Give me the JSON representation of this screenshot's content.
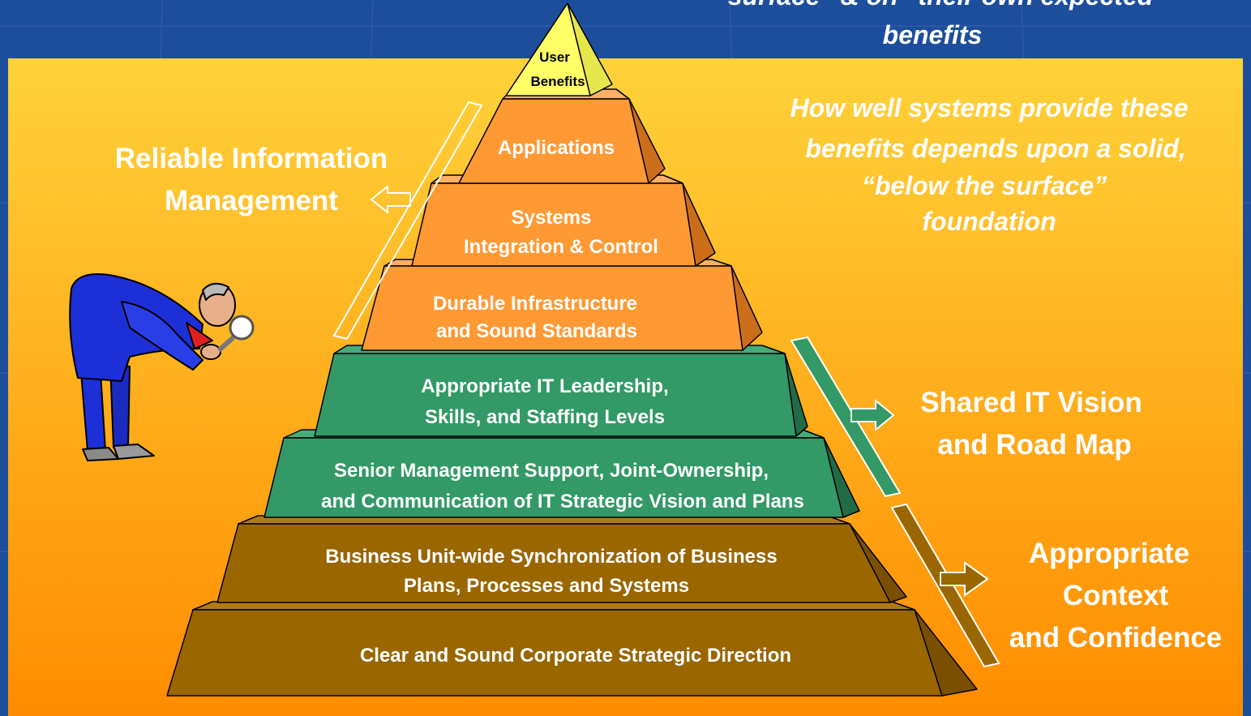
{
  "header": {
    "line1": "surface” & on “their own expected",
    "line2": "benefits"
  },
  "pyramid": {
    "tiers": [
      {
        "lines": [
          "User",
          "Benefits"
        ],
        "color": "#ffff66"
      },
      {
        "lines": [
          "Applications"
        ],
        "color": "#ff9933"
      },
      {
        "lines": [
          "Systems",
          "Integration & Control"
        ],
        "color": "#ff9933"
      },
      {
        "lines": [
          "Durable Infrastructure",
          "and Sound Standards"
        ],
        "color": "#ff9933"
      },
      {
        "lines": [
          "Appropriate IT Leadership,",
          "Skills, and Staffing Levels"
        ],
        "color": "#339966"
      },
      {
        "lines": [
          "Senior Management Support, Joint-Ownership,",
          "and Communication of IT Strategic Vision and Plans"
        ],
        "color": "#339966"
      },
      {
        "lines": [
          "Business Unit-wide Synchronization of Business",
          "Plans, Processes and Systems"
        ],
        "color": "#996600"
      },
      {
        "lines": [
          "Clear and Sound Corporate Strategic Direction"
        ],
        "color": "#996600"
      }
    ]
  },
  "callouts": {
    "reliable": [
      "Reliable Information",
      "Management"
    ],
    "shared": [
      "Shared IT Vision",
      "and Road Map"
    ],
    "context": [
      "Appropriate",
      "Context",
      "and Confidence"
    ]
  },
  "note": {
    "lines": [
      "How well systems provide these",
      "benefits depends upon a solid,",
      "“below the surface”",
      "foundation"
    ]
  },
  "colors": {
    "background": "#1d4e9c",
    "panel_top": "#ffd23a",
    "panel_bottom": "#ff8c00",
    "orange": "#ff9933",
    "green": "#339966",
    "brown": "#996600",
    "yellow": "#ffff66"
  }
}
